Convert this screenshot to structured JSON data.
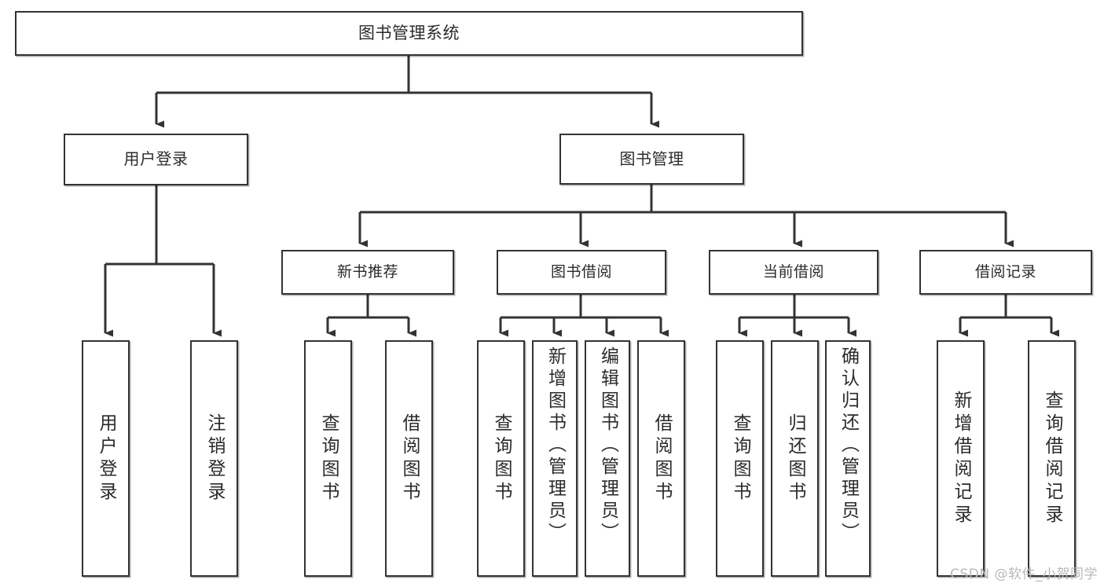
{
  "diagram": {
    "title": "图书管理系统",
    "type": "tree",
    "watermark": "CSDN @软件_小贺同学",
    "colors": {
      "box_border": "#333333",
      "box_fill": "#ffffff",
      "edge": "#333333",
      "text": "#2b2b2b",
      "watermark": "#b9b9b9"
    },
    "root": {
      "label": "图书管理系统"
    },
    "level1": [
      {
        "label": "用户登录"
      },
      {
        "label": "图书管理"
      }
    ],
    "level2": [
      {
        "label": "新书推荐"
      },
      {
        "label": "图书借阅"
      },
      {
        "label": "当前借阅"
      },
      {
        "label": "借阅记录"
      }
    ],
    "leaves": {
      "user_login": [
        {
          "label": "用户登录"
        },
        {
          "label": "注销登录"
        }
      ],
      "new_book_recommend": [
        {
          "label": "查询图书"
        },
        {
          "label": "借阅图书"
        }
      ],
      "book_borrow": [
        {
          "label": "查询图书"
        },
        {
          "label": "新增图书（管理员）"
        },
        {
          "label": "编辑图书（管理员）"
        },
        {
          "label": "借阅图书"
        }
      ],
      "current_borrow": [
        {
          "label": "查询图书"
        },
        {
          "label": "归还图书"
        },
        {
          "label": "确认归还（管理员）"
        }
      ],
      "borrow_record": [
        {
          "label": "新增借阅记录"
        },
        {
          "label": "查询借阅记录"
        }
      ]
    }
  }
}
